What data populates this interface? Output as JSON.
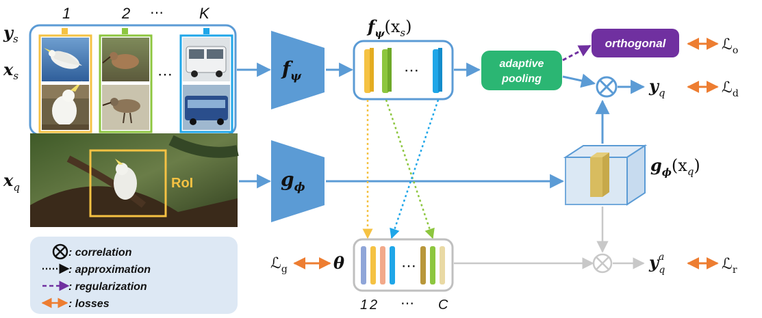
{
  "labels": {
    "y_s": "y",
    "y_s_sub": "s",
    "x_s": "x",
    "x_s_sub": "s",
    "x_q": "x",
    "x_q_sub": "q",
    "class_1": "1",
    "class_2": "2",
    "class_dots": "⋯",
    "class_K": "K",
    "img_dots": "⋯",
    "f_psi": "f",
    "f_psi_sub": "ψ",
    "f_psi_xs": "f",
    "f_psi_xs_sub": "ψ",
    "f_psi_xs_arg": "(x",
    "f_psi_xs_arg_sub": "s",
    "f_psi_xs_close": ")",
    "feat_dots": "⋯",
    "g_phi": "g",
    "g_phi_sub": "ϕ",
    "g_phi_xq": "g",
    "g_phi_xq_sub": "ϕ",
    "g_phi_xq_arg": "(x",
    "g_phi_xq_arg_sub": "q",
    "g_phi_xq_close": ")",
    "adaptive_pooling_1": "adaptive",
    "adaptive_pooling_2": "pooling",
    "orthogonal": "orthogonal",
    "roi": "RoI",
    "y_q": "y",
    "y_q_sub": "q",
    "y_q_a": "y",
    "y_q_a_sup": "a",
    "y_q_a_sub": "q",
    "L_o": "ℒ",
    "L_o_sub": "o",
    "L_d": "ℒ",
    "L_d_sub": "d",
    "L_g": "ℒ",
    "L_g_sub": "g",
    "L_r": "ℒ",
    "L_r_sub": "r",
    "theta": "θ",
    "theta_dots": "⋯",
    "idx_1": "1",
    "idx_2": "2",
    "idx_dots": "⋯",
    "idx_C": "C"
  },
  "legend": {
    "correlation": ": correlation",
    "approximation": ": approximation",
    "regularization": ": regularization",
    "losses": ": losses"
  },
  "colors": {
    "blue": "#5b9bd5",
    "orange": "#ed7d31",
    "purple": "#7030a0",
    "green": "#2bb673",
    "yellow": "#f5c243",
    "lightgreen": "#8dc63f",
    "cyan": "#1fa6e8",
    "gray": "#bfbfbf",
    "legend_bg": "#dde8f4"
  }
}
